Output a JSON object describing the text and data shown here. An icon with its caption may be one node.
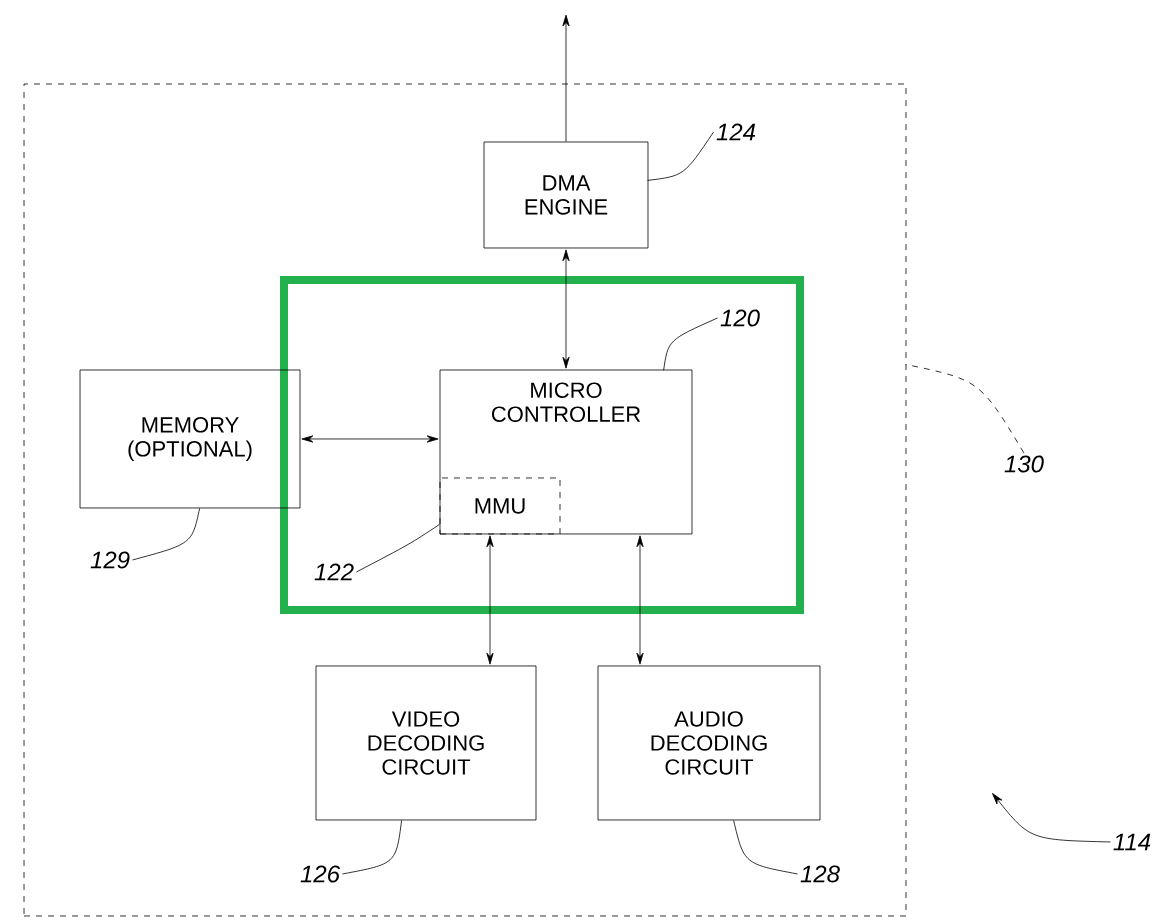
{
  "diagram": {
    "nodes": [
      {
        "text": [],
        "shape": "box"
      },
      {
        "text": [],
        "shape": "box",
        "in": 0
      },
      {
        "text": [
          "DMA ENGINE"
        ],
        "in": 0
      },
      {
        "text": [
          "MEMORY (OPTIONAL)"
        ],
        "in": 0
      },
      {
        "text": [
          "MICRO CONTROLLER"
        ],
        "in": 1
      },
      {
        "text": [
          "MMU"
        ],
        "in": 4
      },
      {
        "text": [
          "VIDEO DECODING CIRCUIT"
        ],
        "in": 0
      },
      {
        "text": [
          "AUDIO DECODING CIRCUIT"
        ],
        "in": 0
      },
      {
        "text": [
          "124"
        ],
        "in": 0
      },
      {
        "text": [
          "120"
        ],
        "in": 1
      },
      {
        "text": [
          "130"
        ]
      },
      {
        "text": [
          "129"
        ],
        "in": 0
      },
      {
        "text": [
          "122"
        ],
        "in": 1
      },
      {
        "text": [
          "114"
        ]
      },
      {
        "text": [
          "126"
        ],
        "in": 0
      },
      {
        "text": [
          "128"
        ],
        "in": 0
      }
    ],
    "edges": [
      {
        "from": 2,
        "to": null,
        "arrow": "to"
      },
      {
        "from": 2,
        "to": 4,
        "arrow": "both"
      },
      {
        "from": 3,
        "to": 4,
        "arrow": "both"
      },
      {
        "from": 4,
        "to": 6,
        "arrow": "both"
      },
      {
        "from": 4,
        "to": 7,
        "arrow": "both"
      },
      {
        "from": 8,
        "to": 2,
        "arrow": "none"
      },
      {
        "from": 9,
        "to": 4,
        "arrow": "none"
      },
      {
        "from": 10,
        "to": 0,
        "arrow": "none",
        "style": "dashed"
      },
      {
        "from": 11,
        "to": 3,
        "arrow": "none"
      },
      {
        "from": 12,
        "to": 5,
        "arrow": "none"
      },
      {
        "from": 13,
        "to": 0,
        "arrow": "to"
      },
      {
        "from": 14,
        "to": 6,
        "arrow": "none"
      },
      {
        "from": 15,
        "to": 7,
        "arrow": "none"
      }
    ]
  }
}
